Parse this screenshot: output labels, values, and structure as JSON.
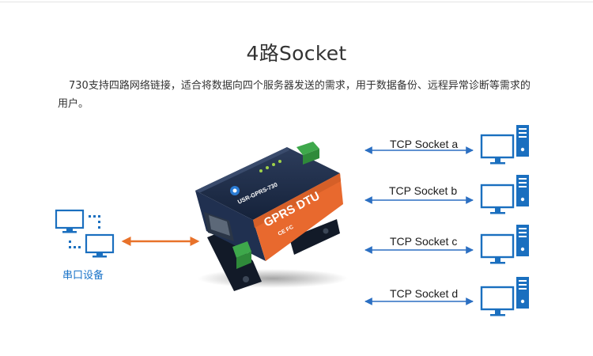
{
  "title": "4路Socket",
  "description": "730支持四路网络链接，适合将数据向四个服务器发送的需求，用于数据备份、远程异常诊断等需求的用户。",
  "serial_device": {
    "label": "串口设备"
  },
  "device": {
    "model": "USR-GPRS-730",
    "name": "GPRS DTU",
    "marks": "CE FC"
  },
  "sockets": [
    {
      "label": "TCP Socket a"
    },
    {
      "label": "TCP Socket b"
    },
    {
      "label": "TCP Socket c"
    },
    {
      "label": "TCP Socket d"
    }
  ],
  "colors": {
    "device_orange": "#e8692e",
    "device_navy": "#1d2f4c",
    "monitor_blue": "#1a6fbf",
    "serial_link_orange": "#e8722a",
    "socket_arrow_blue": "#2b6fc2",
    "serial_label_blue": "#1a73c8"
  }
}
